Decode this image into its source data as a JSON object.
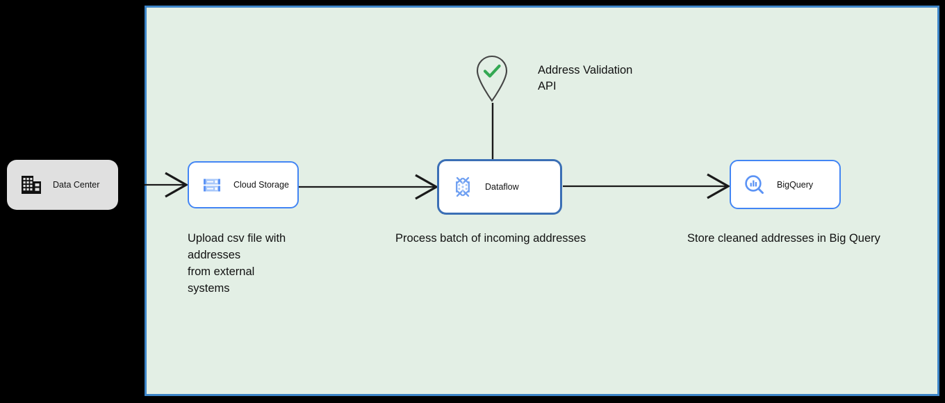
{
  "canvas": {
    "background_color": "#e3efe5",
    "border_color": "#3d85c8",
    "outside_background_color": "#000000"
  },
  "theme": {
    "gcp_blue": "#4285f4",
    "selected_border": "#3b6fb5",
    "connector_color": "#1a1a1a",
    "check_green": "#34a853",
    "pin_outline": "#444444",
    "data_center_fill": "#e0e0e0",
    "node_fill": "#ffffff",
    "text_color": "#111111"
  },
  "nodes": {
    "data_center": {
      "label": "Data Center",
      "icon": "data-center-building-icon",
      "selected": false
    },
    "cloud_storage": {
      "label": "Cloud Storage",
      "icon": "cloud-storage-icon",
      "selected": false
    },
    "dataflow": {
      "label": "Dataflow",
      "icon": "dataflow-icon",
      "selected": true
    },
    "bigquery": {
      "label": "BigQuery",
      "icon": "bigquery-icon",
      "selected": false
    },
    "address_validation": {
      "label": "Address Validation\nAPI",
      "icon": "map-pin-check-icon",
      "selected": false
    }
  },
  "captions": {
    "storage": "Upload csv file with\naddresses\nfrom external\nsystems",
    "dataflow": "Process batch of incoming addresses",
    "bigquery": "Store cleaned addresses in Big Query"
  },
  "connectors": [
    {
      "name": "data-center-to-cloud-storage",
      "from": "data_center",
      "to": "cloud_storage",
      "arrow": true
    },
    {
      "name": "cloud-storage-to-dataflow",
      "from": "cloud_storage",
      "to": "dataflow",
      "arrow": true
    },
    {
      "name": "dataflow-to-bigquery",
      "from": "dataflow",
      "to": "bigquery",
      "arrow": true
    },
    {
      "name": "address-validation-to-dataflow",
      "from": "address_validation",
      "to": "dataflow",
      "arrow": false
    }
  ]
}
